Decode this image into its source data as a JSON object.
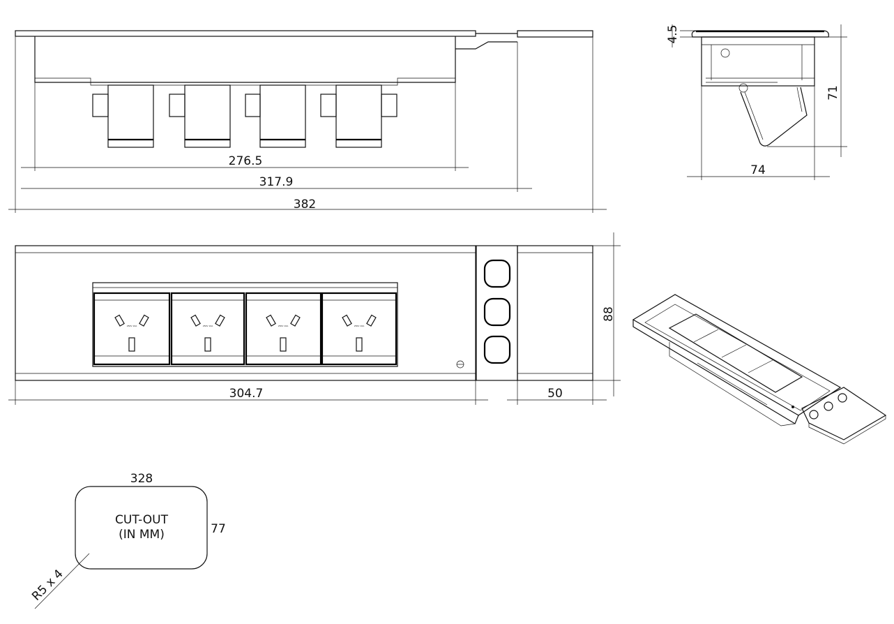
{
  "front_view": {
    "dim_inner": "276.5",
    "dim_mid": "317.9",
    "dim_overall": "382"
  },
  "side_view": {
    "dim_lip": "4.5",
    "dim_depth": "71",
    "dim_width": "74"
  },
  "plan_view": {
    "dim_length": "304.7",
    "dim_lid": "50",
    "dim_height": "88",
    "socket_rating": "250V 10A"
  },
  "cutout": {
    "dim_length": "328",
    "dim_width": "77",
    "label_line1": "CUT-OUT",
    "label_line2": "(IN MM)",
    "radius": "R5 x 4"
  }
}
